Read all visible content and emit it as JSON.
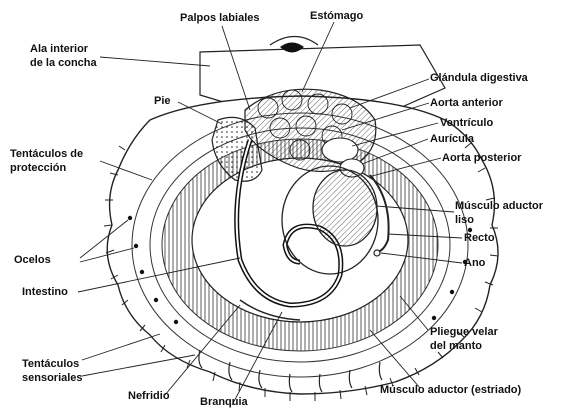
{
  "diagram": {
    "labels": {
      "palpos": "Palpos labiales",
      "estomago": "Estómago",
      "ala_line1": "Ala interior",
      "ala_line2": "de la concha",
      "glandula": "Glándula digestiva",
      "pie": "Pie",
      "aorta_anterior": "Aorta anterior",
      "ventriculo": "Ventrículo",
      "auricula": "Aurícula",
      "tentaculos_prot_line1": "Tentáculos de",
      "tentaculos_prot_line2": "protección",
      "aorta_posterior": "Aorta posterior",
      "musculo_liso_line1": "Músculo aductor",
      "musculo_liso_line2": "liso",
      "recto": "Recto",
      "ocelos": "Ocelos",
      "ano": "Ano",
      "intestino": "Intestino",
      "pliegue_line1": "Pliegue velar",
      "pliegue_line2": "del manto",
      "tent_sens_line1": "Tentáculos",
      "tent_sens_line2": "sensoriales",
      "nefridio": "Nefridio",
      "branquia": "Branquia",
      "musculo_estriado": "Músculo aductor (estriado)"
    }
  }
}
